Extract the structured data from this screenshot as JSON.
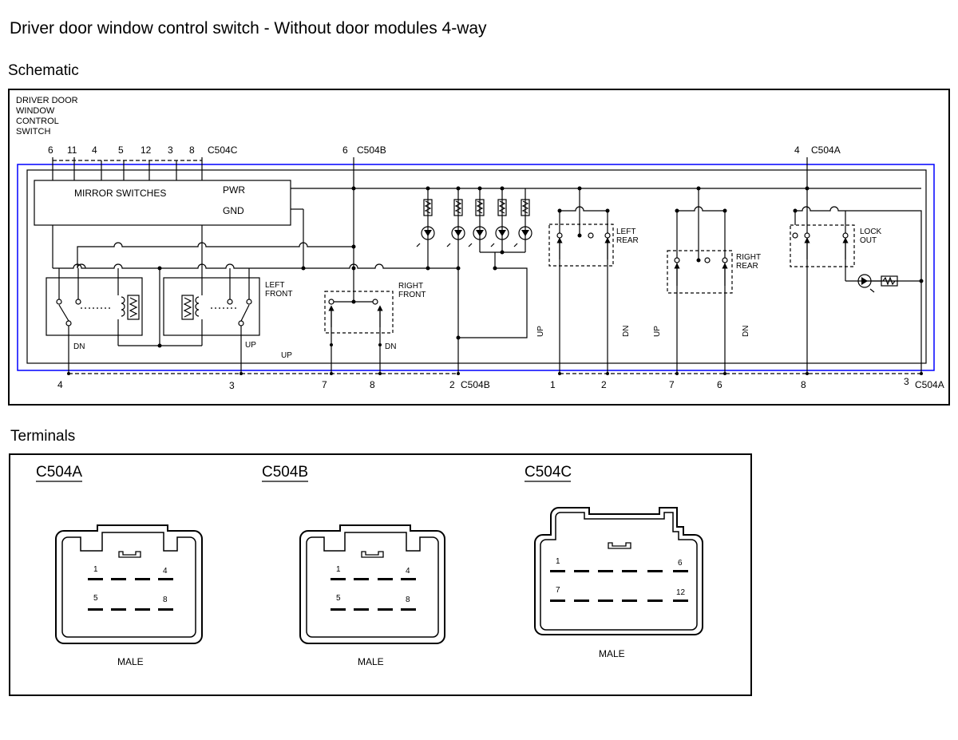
{
  "page": {
    "title": "Driver door window control switch - Without door modules 4-way",
    "schematic_heading": "Schematic",
    "terminals_heading": "Terminals"
  },
  "schematic": {
    "component_label": [
      "DRIVER DOOR",
      "WINDOW",
      "CONTROL",
      "SWITCH"
    ],
    "mirror_switches": "MIRROR SWITCHES",
    "pwr": "PWR",
    "gnd": "GND",
    "connectors": {
      "c": "C504C",
      "b": "C504B",
      "a": "C504A"
    },
    "top_pins_c504c": [
      "6",
      "11",
      "4",
      "5",
      "12",
      "3",
      "8"
    ],
    "top_pin_c504b": "6",
    "top_pin_c504a": "4",
    "switch_labels": {
      "left_front": [
        "LEFT",
        "FRONT"
      ],
      "right_front": [
        "RIGHT",
        "FRONT"
      ],
      "left_rear": [
        "LEFT",
        "REAR"
      ],
      "right_rear": [
        "RIGHT",
        "REAR"
      ],
      "lock_out": [
        "LOCK",
        "OUT"
      ]
    },
    "dir": {
      "up": "UP",
      "dn": "DN"
    },
    "bottom_pins": {
      "p4": "4",
      "p3": "3",
      "p7a": "7",
      "p8a": "8",
      "p2a": "2",
      "p1": "1",
      "p2b": "2",
      "p7b": "7",
      "p6": "6",
      "p8b": "8",
      "p3b": "3"
    },
    "colors": {
      "shield": "#0000ff",
      "line": "#000000"
    }
  },
  "terminals": [
    {
      "name": "C504A",
      "gender": "MALE",
      "pins_row1": [
        "1",
        "4"
      ],
      "pins_row2": [
        "5",
        "8"
      ]
    },
    {
      "name": "C504B",
      "gender": "MALE",
      "pins_row1": [
        "1",
        "4"
      ],
      "pins_row2": [
        "5",
        "8"
      ]
    },
    {
      "name": "C504C",
      "gender": "MALE",
      "pins_row1": [
        "1",
        "6"
      ],
      "pins_row2": [
        "7",
        "12"
      ]
    }
  ]
}
